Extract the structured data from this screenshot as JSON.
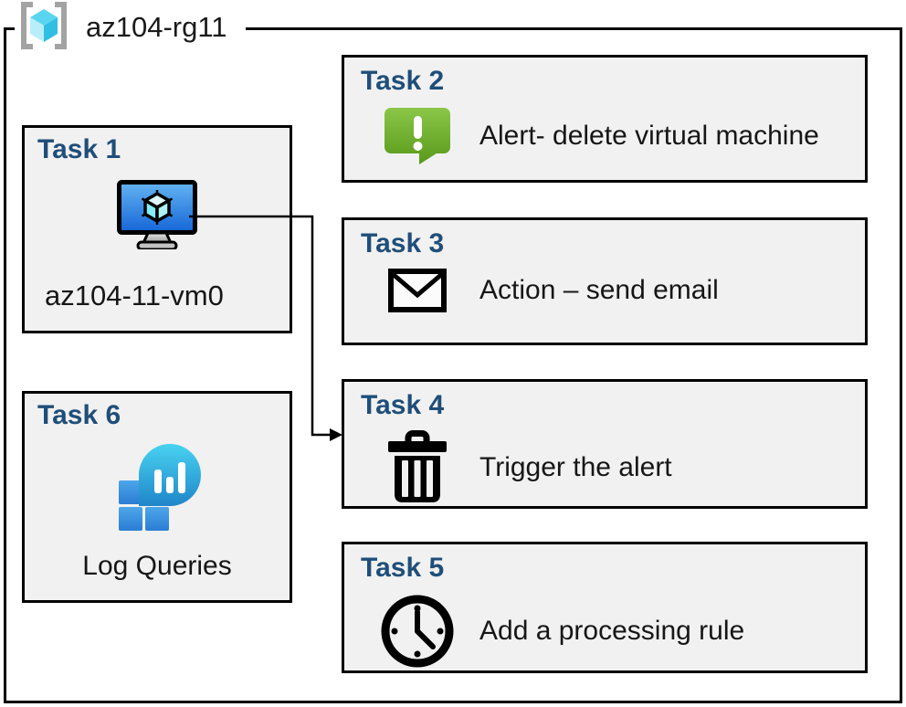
{
  "resource_group": {
    "name": "az104-rg11",
    "icon": "resource-group-icon"
  },
  "tasks": [
    {
      "label": "Task 1",
      "icon": "virtual-machine-icon",
      "text": "az104-11-vm0"
    },
    {
      "label": "Task 2",
      "icon": "alert-icon",
      "text": "Alert- delete virtual machine"
    },
    {
      "label": "Task 3",
      "icon": "email-icon",
      "text": "Action – send email"
    },
    {
      "label": "Task 4",
      "icon": "trash-icon",
      "text": "Trigger the alert"
    },
    {
      "label": "Task 5",
      "icon": "clock-icon",
      "text": "Add a processing rule"
    },
    {
      "label": "Task 6",
      "icon": "log-queries-icon",
      "text": "Log Queries"
    }
  ],
  "connector": {
    "from": "Task 1",
    "to": "Task 4"
  },
  "colors": {
    "task_label": "#1f4e79",
    "box_fill": "#f1f1f1",
    "box_border": "#000000",
    "alert_green_top": "#8dc84a",
    "alert_green_bottom": "#569718",
    "vm_screen_top": "#64b4f2",
    "vm_screen_bottom": "#1565d8",
    "log_bubble_top": "#49d2f0",
    "log_bubble_bottom": "#1f86c9",
    "bracket_gray": "#a3a3a3"
  }
}
